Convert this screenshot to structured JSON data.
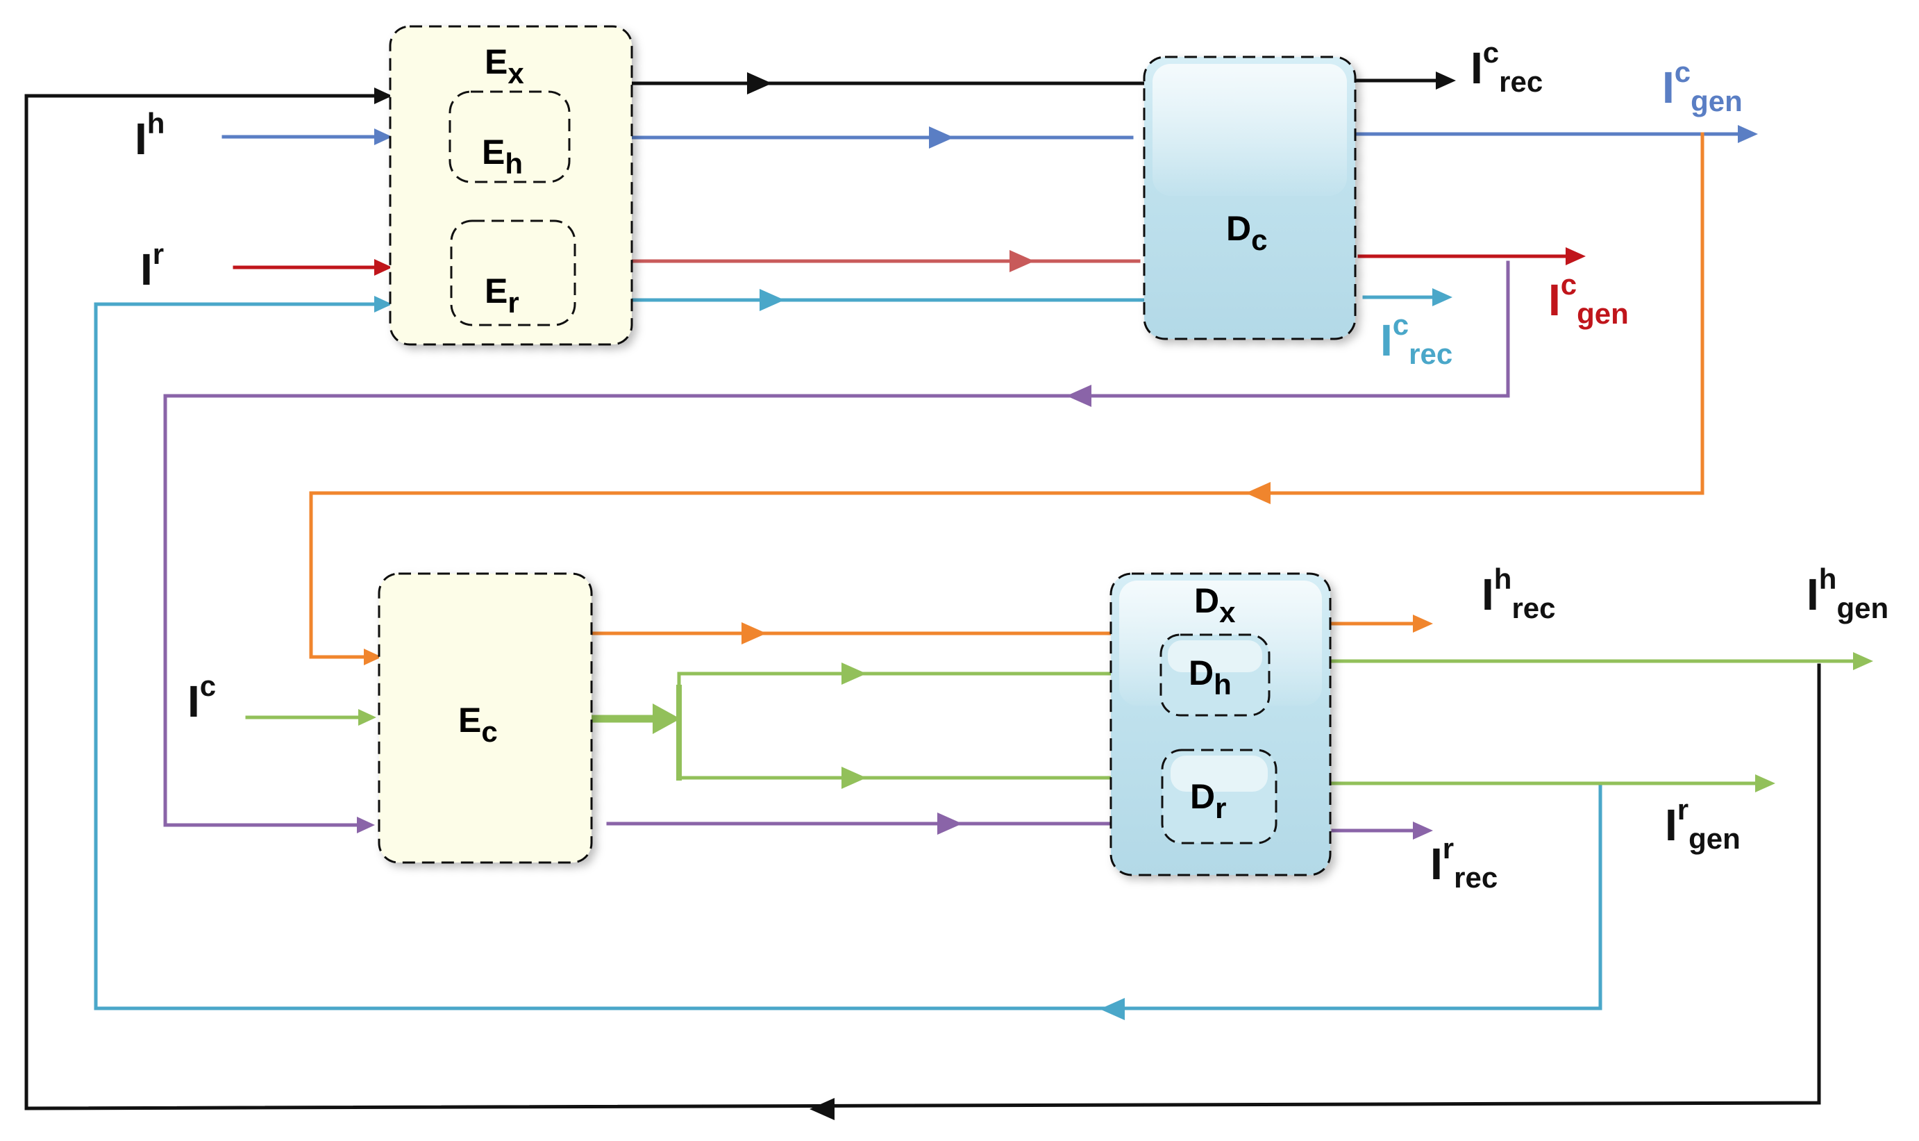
{
  "colors": {
    "black": "#111111",
    "blue": "#5a7ec4",
    "red": "#c0151b",
    "cyan": "#4aa7c9",
    "purple": "#8a64a8",
    "orange": "#f0852d",
    "green": "#92c05a",
    "encoder_fill": "#fdfde8",
    "decoder_fill": "#bde0ec"
  },
  "boxes": {
    "ex": {
      "main": "E",
      "sub": "x"
    },
    "eh": {
      "main": "E",
      "sub": "h"
    },
    "er": {
      "main": "E",
      "sub": "r"
    },
    "dc": {
      "main": "D",
      "sub": "c"
    },
    "ec": {
      "main": "E",
      "sub": "c"
    },
    "dx": {
      "main": "D",
      "sub": "x"
    },
    "dh": {
      "main": "D",
      "sub": "h"
    },
    "dr": {
      "main": "D",
      "sub": "r"
    }
  },
  "labels": {
    "ih": {
      "main": "I",
      "sup": "h",
      "sub": ""
    },
    "ir": {
      "main": "I",
      "sup": "r",
      "sub": ""
    },
    "ic": {
      "main": "I",
      "sup": "c",
      "sub": ""
    },
    "ic_rec_top": {
      "main": "I",
      "sup": "c",
      "sub": "rec"
    },
    "ic_gen_blue": {
      "main": "I",
      "sup": "c",
      "sub": "gen"
    },
    "ic_gen_red": {
      "main": "I",
      "sup": "c",
      "sub": "gen"
    },
    "ic_rec_cyan": {
      "main": "I",
      "sup": "c",
      "sub": "rec"
    },
    "ih_rec": {
      "main": "I",
      "sup": "h",
      "sub": "rec"
    },
    "ih_gen": {
      "main": "I",
      "sup": "h",
      "sub": "gen"
    },
    "ir_gen": {
      "main": "I",
      "sup": "r",
      "sub": "gen"
    },
    "ir_rec": {
      "main": "I",
      "sup": "r",
      "sub": "rec"
    }
  }
}
